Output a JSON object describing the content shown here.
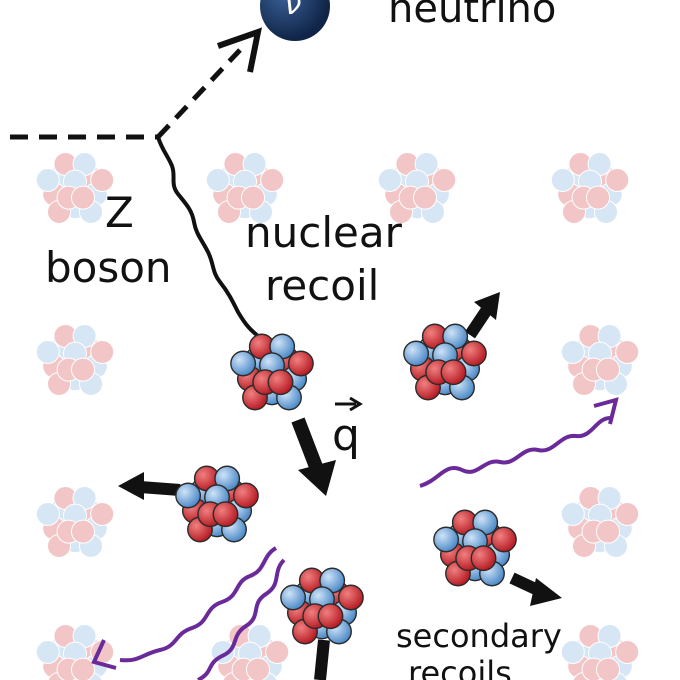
{
  "labels": {
    "neutrino": "neutrino",
    "neutrino_symbol": "ν",
    "z": "Z",
    "boson": "boson",
    "nuclear": "nuclear",
    "recoil": "recoil",
    "q": "q",
    "secondary": "secondary",
    "recoils": "recoils"
  },
  "colors": {
    "proton": "#d8343c",
    "neutron": "#7fb2e6",
    "faded_proton": "#f2c6c6",
    "faded_neutron": "#d6e6f5",
    "neutrino_ball": "#1d3a66",
    "line": "#111111",
    "photon": "#6a2a9a"
  },
  "icons": {
    "nucleus": "nucleus-icon",
    "neutrino": "neutrino-icon",
    "photon": "wavy-photon-icon"
  }
}
